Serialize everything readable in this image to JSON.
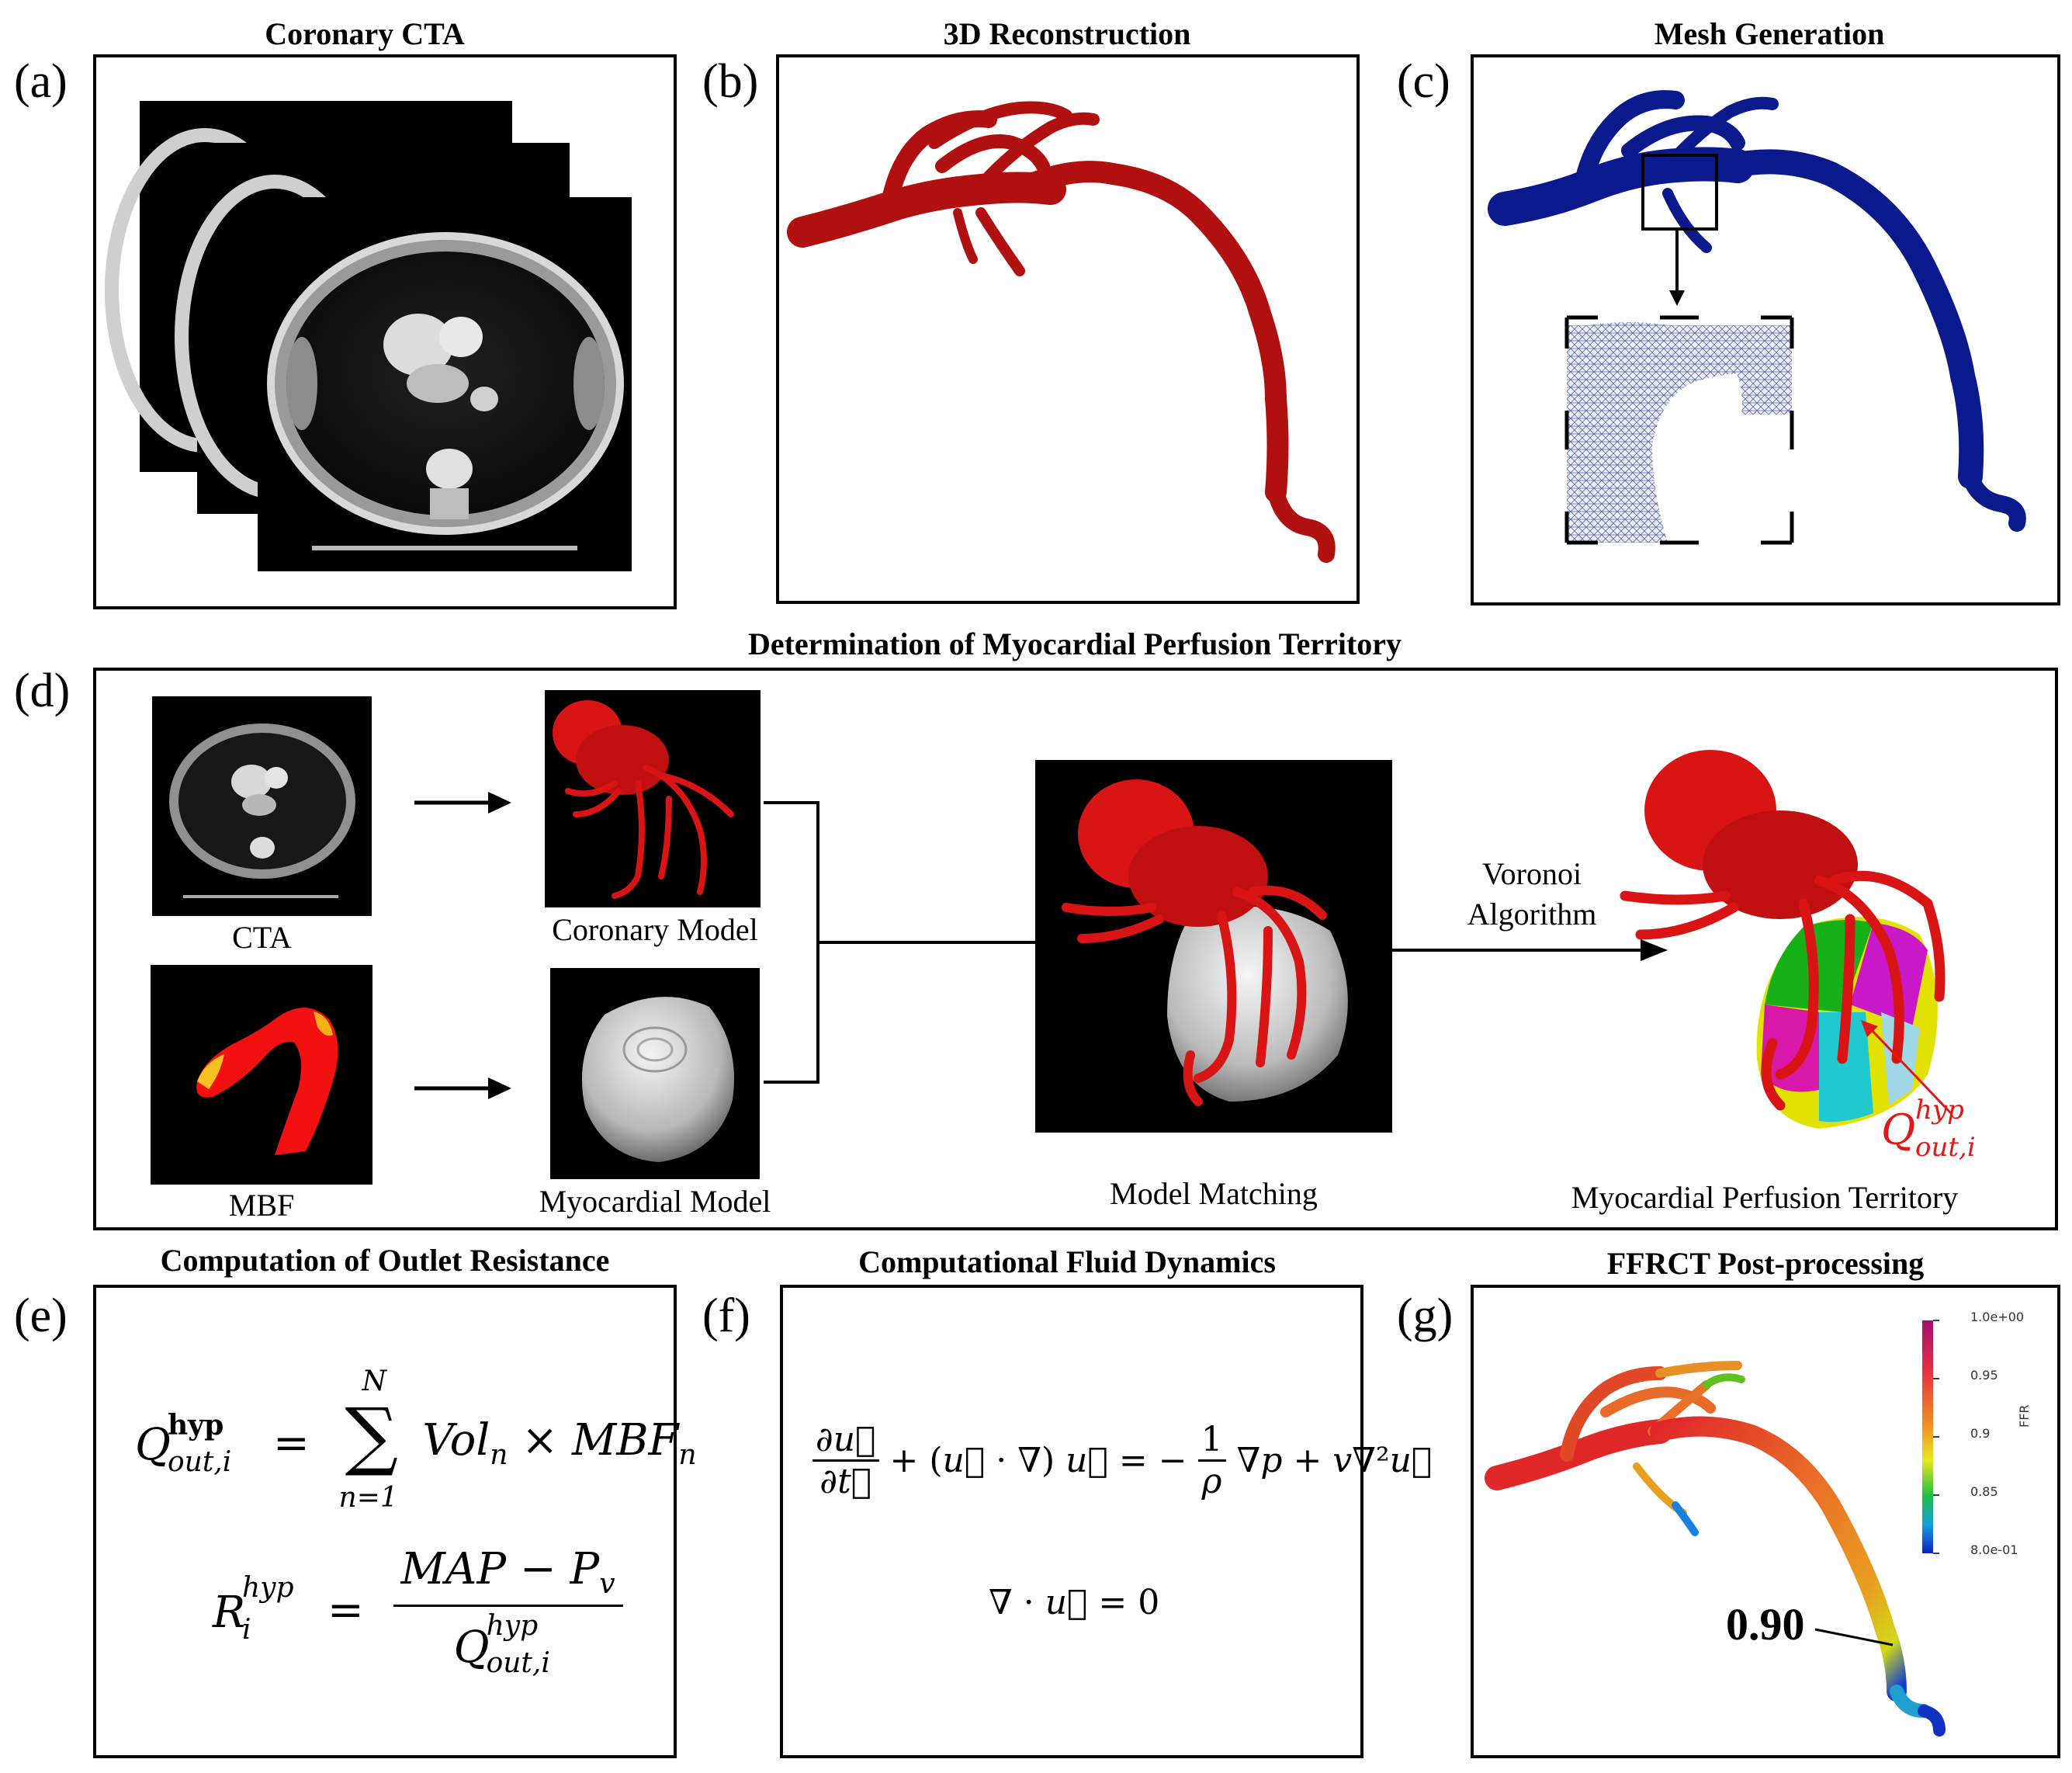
{
  "panels": {
    "a": {
      "label": "(a)",
      "title": "Coronary CTA"
    },
    "b": {
      "label": "(b)",
      "title": "3D Reconstruction"
    },
    "c": {
      "label": "(c)",
      "title": "Mesh Generation"
    },
    "d": {
      "label": "(d)",
      "title": "Determination of Myocardial Perfusion Territory",
      "captions": {
        "cta": "CTA",
        "mbf": "MBF",
        "coronary_model": "Coronary Model",
        "myocardial_model": "Myocardial Model",
        "model_matching": "Model Matching",
        "voronoi_line1": "Voronoi",
        "voronoi_line2": "Algorithm",
        "territory": "Myocardial Perfusion Territory",
        "q_symbol": "Q",
        "q_sup": "hyp",
        "q_sub": "out,i"
      }
    },
    "e": {
      "label": "(e)",
      "title": "Computation of Outlet Resistance"
    },
    "f": {
      "label": "(f)",
      "title": "Computational Fluid Dynamics"
    },
    "g": {
      "label": "(g)",
      "title": "FFRCT Post-processing",
      "value_label": "0.90",
      "colorbar": {
        "ticks": [
          "1.0e+00",
          "0.95",
          "0.9",
          "0.85",
          "8.0e-01"
        ],
        "axis_title": "FFR"
      }
    }
  },
  "colors": {
    "vessel_red": "#b01010",
    "mesh_blue": "#0a1a8c",
    "model_red": "#d81414",
    "annotation_red": "#e01818"
  }
}
